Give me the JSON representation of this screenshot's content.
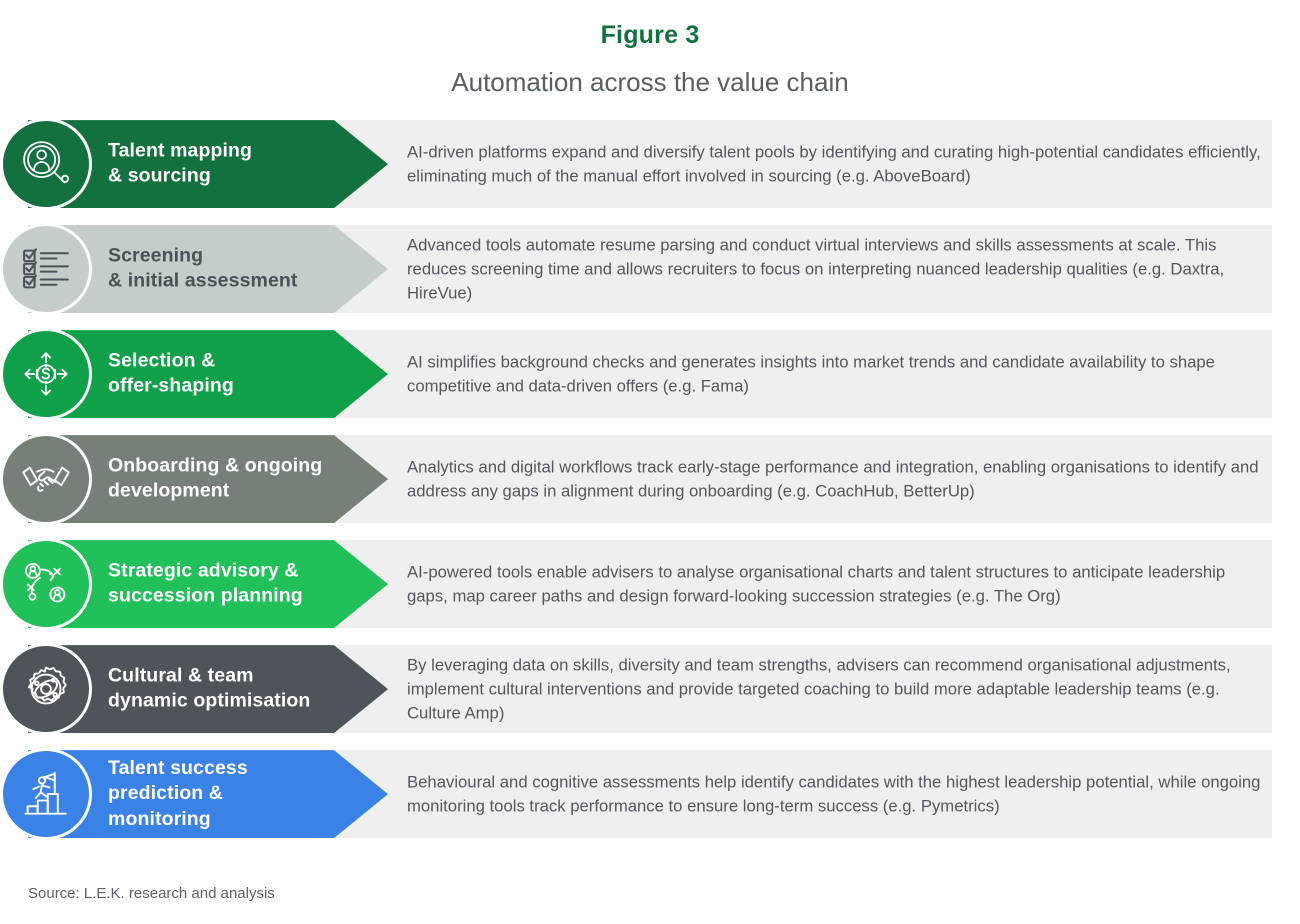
{
  "header": {
    "figure_label": "Figure 3",
    "title": "Automation across the value chain"
  },
  "colors": {
    "figure_label": "#13713f",
    "title": "#585e63",
    "band": "#efefef",
    "page": "#ffffff",
    "body_text": "#53585e"
  },
  "rows": [
    {
      "id": "talent-mapping-sourcing",
      "icon": "person-magnifier-icon",
      "label": "Talent mapping\n& sourcing",
      "label_line1": "Talent mapping",
      "label_line2": "& sourcing",
      "arrow_color": "#13713f",
      "text_color": "#ffffff",
      "description": "AI-driven platforms expand and diversify talent pools by identifying and curating high-potential candidates efficiently, eliminating much of the manual effort involved in sourcing (e.g. AboveBoard)"
    },
    {
      "id": "screening-initial-assessment",
      "icon": "checklist-icon",
      "label": "Screening\n& initial assessment",
      "label_line1": "Screening",
      "label_line2": "& initial assessment",
      "arrow_color": "#c5cdcb",
      "text_color": "#4a5258",
      "description": "Advanced tools automate resume parsing and conduct virtual interviews and skills assessments at scale. This reduces screening time and allows recruiters to focus on interpreting nuanced leadership qualities (e.g. Daxtra, HireVue)"
    },
    {
      "id": "selection-offer-shaping",
      "icon": "dollar-arrows-icon",
      "label": "Selection &\noffer-shaping",
      "label_line1": "Selection &",
      "label_line2": "offer-shaping",
      "arrow_color": "#11a04a",
      "text_color": "#ffffff",
      "description": "AI simplifies background checks and generates insights into market trends and candidate availability to shape competitive and data-driven offers (e.g. Fama)"
    },
    {
      "id": "onboarding-ongoing-development",
      "icon": "handshake-icon",
      "label": "Onboarding & ongoing\ndevelopment",
      "label_line1": "Onboarding & ongoing",
      "label_line2": "development",
      "arrow_color": "#768079",
      "text_color": "#ffffff",
      "description": "Analytics and digital workflows track early-stage performance and integration, enabling organisations to identify and address any gaps in alignment during onboarding (e.g. CoachHub, BetterUp)"
    },
    {
      "id": "strategic-advisory-succession-planning",
      "icon": "strategy-playbook-icon",
      "label": "Strategic advisory &\nsuccession planning",
      "label_line1": "Strategic advisory &",
      "label_line2": "succession planning",
      "arrow_color": "#21c05a",
      "text_color": "#ffffff",
      "description": "AI-powered tools enable advisers to analyse organisational charts and talent structures to anticipate leadership gaps, map career paths and design forward-looking succession strategies (e.g. The Org)"
    },
    {
      "id": "cultural-team-dynamic-optimisation",
      "icon": "gear-network-icon",
      "label": "Cultural & team\ndynamic optimisation",
      "label_line1": "Cultural & team",
      "label_line2": "dynamic optimisation",
      "arrow_color": "#4e5459",
      "text_color": "#ffffff",
      "description": "By leveraging data on skills, diversity and team strengths, advisers can recommend organisational adjustments, implement cultural interventions and provide targeted coaching to build more adaptable leadership teams (e.g. Culture Amp)"
    },
    {
      "id": "talent-success-prediction-monitoring",
      "icon": "person-flag-steps-icon",
      "label": "Talent success\nprediction &\nmonitoring",
      "label_line1": "Talent success",
      "label_line2": "prediction &",
      "label_line3": "monitoring",
      "arrow_color": "#3b82e6",
      "text_color": "#ffffff",
      "description": "Behavioural and cognitive assessments help identify candidates with the highest leadership potential, while ongoing monitoring tools track performance to ensure long-term success (e.g. Pymetrics)"
    }
  ],
  "source": "Source: L.E.K. research and analysis"
}
